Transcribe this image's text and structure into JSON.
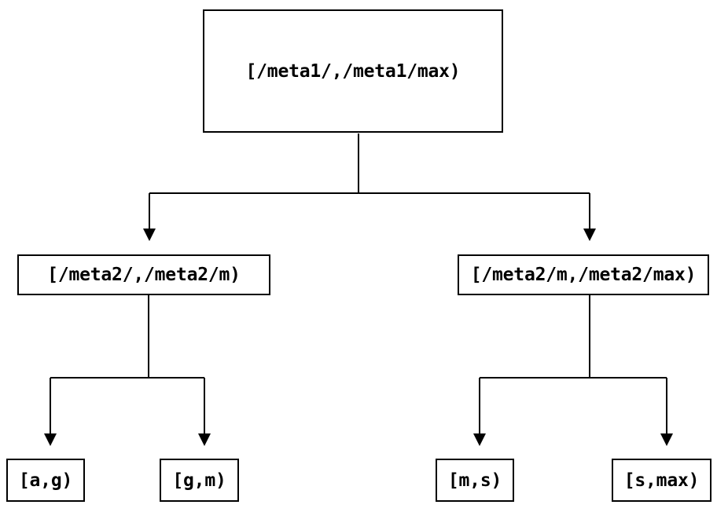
{
  "diagram": {
    "type": "interval-partition-tree",
    "background_color": "#ffffff",
    "line_color": "#000000",
    "text_color": "#000000",
    "nodes": {
      "root": {
        "label": "[/meta1/,/meta1/max)"
      },
      "level2_left": {
        "label": "[/meta2/,/meta2/m)"
      },
      "level2_right": {
        "label": "[/meta2/m,/meta2/max)"
      },
      "leaf_1": {
        "label": "[a,g)"
      },
      "leaf_2": {
        "label": "[g,m)"
      },
      "leaf_3": {
        "label": "[m,s)"
      },
      "leaf_4": {
        "label": "[s,max)"
      }
    },
    "edges": [
      {
        "from": "root",
        "to": "level2_left"
      },
      {
        "from": "root",
        "to": "level2_right"
      },
      {
        "from": "level2_left",
        "to": "leaf_1"
      },
      {
        "from": "level2_left",
        "to": "leaf_2"
      },
      {
        "from": "level2_right",
        "to": "leaf_3"
      },
      {
        "from": "level2_right",
        "to": "leaf_4"
      }
    ]
  }
}
